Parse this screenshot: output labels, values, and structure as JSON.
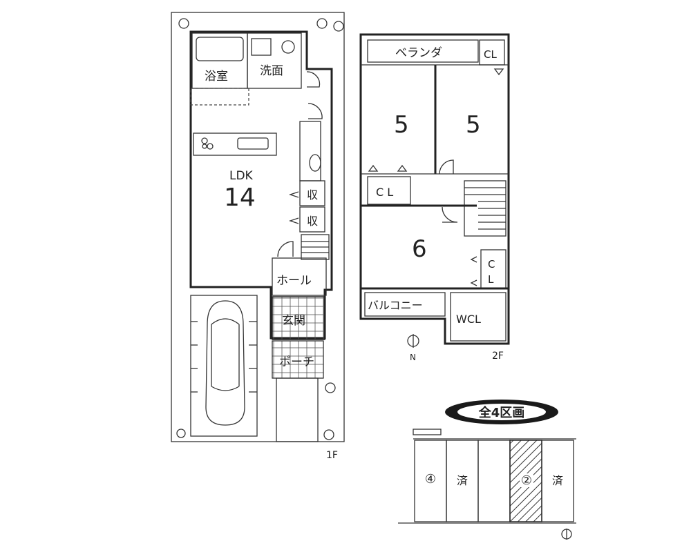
{
  "floor1": {
    "label": "1F",
    "rooms": {
      "bath": "浴室",
      "washroom": "洗面",
      "ldk_name": "LDK",
      "ldk_size": "14",
      "storage_a": "収",
      "storage_b": "収",
      "hall": "ホール",
      "entrance": "玄関",
      "porch": "ポーチ"
    }
  },
  "floor2": {
    "label": "2F",
    "compass": "N",
    "rooms": {
      "veranda": "ベランダ",
      "closet_top": "CL",
      "bedroom_left_size": "5",
      "bedroom_right_size": "5",
      "closet_mid": "C L",
      "bedroom_bottom_size": "6",
      "closet_side_1": "C",
      "closet_side_2": "L",
      "balcony": "バルコニー",
      "wcl": "WCL"
    }
  },
  "site_plan": {
    "banner": "全4区画",
    "lots": [
      {
        "mark": "④",
        "status": "available"
      },
      {
        "mark": "済",
        "status": "sold"
      },
      {
        "mark": "",
        "status": "road"
      },
      {
        "mark": "②",
        "status": "highlighted"
      },
      {
        "mark": "済",
        "status": "sold"
      }
    ],
    "compass": "N"
  },
  "colors": {
    "line": "#222222",
    "hatch": "#333333",
    "banner_bg": "#1a1a1a"
  }
}
